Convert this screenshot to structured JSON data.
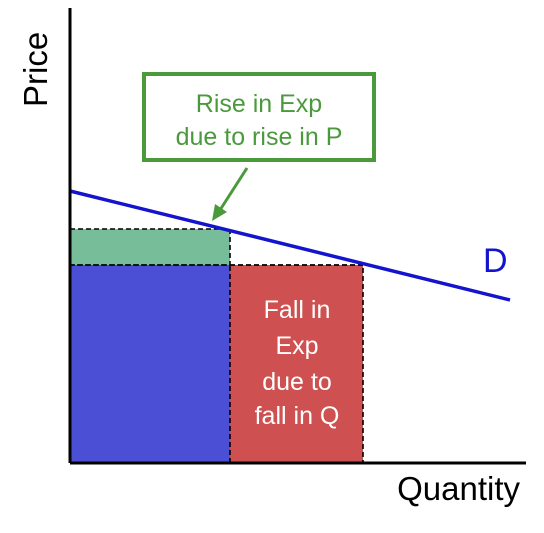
{
  "axes": {
    "y_label": "Price",
    "x_label": "Quantity"
  },
  "curve": {
    "label": "D",
    "color": "#1414cc"
  },
  "regions": {
    "base_rect": {
      "color": "#4a4fd6"
    },
    "gain_rect": {
      "color": "#77bd9a"
    },
    "loss_rect": {
      "color": "#cf5050"
    }
  },
  "callouts": {
    "rise": {
      "lines": [
        "Rise in Exp",
        "due to rise in P"
      ],
      "color": "#4a9a3c"
    },
    "fall": {
      "lines": [
        "Fall in",
        "Exp",
        "due to",
        "fall in Q"
      ],
      "color": "#ffffff"
    }
  }
}
